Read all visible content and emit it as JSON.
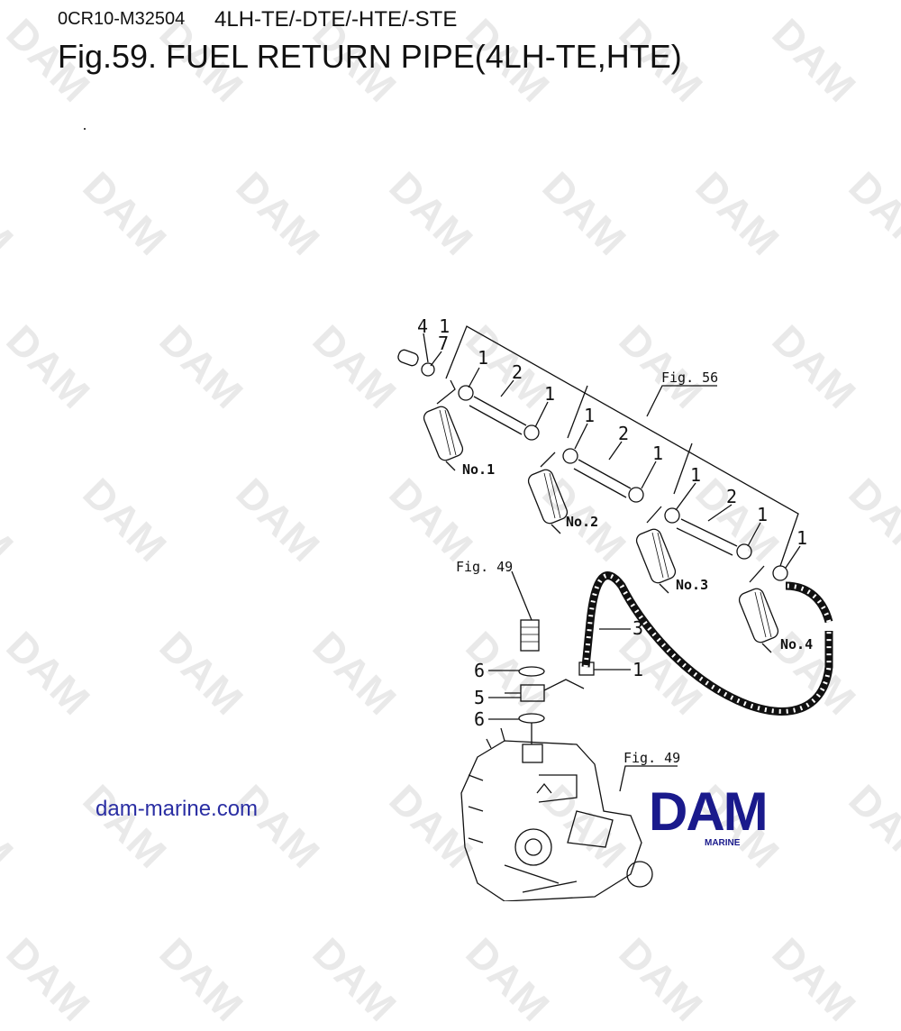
{
  "header": {
    "code": "0CR10-M32504",
    "models": "4LH-TE/-DTE/-HTE/-STE",
    "title": "Fig.59.  FUEL RETURN PIPE(4LH-TE,HTE)"
  },
  "watermark_text": "DAM",
  "diagram": {
    "fig_refs": {
      "fig56": "Fig. 56",
      "fig49_top": "Fig. 49",
      "fig49_bottom": "Fig. 49"
    },
    "injectors": [
      "No.1",
      "No.2",
      "No.3",
      "No.4"
    ],
    "callouts": {
      "c41": "4 1",
      "c7": "7",
      "c1a": "1",
      "c2a": "2",
      "c1b": "1",
      "c1c": "1",
      "c2b": "2",
      "c1d": "1",
      "c1e": "1",
      "c2c": "2",
      "c1f": "1",
      "c1g": "1",
      "c3": "3",
      "c1h": "1",
      "c6a": "6",
      "c5": "5",
      "c6b": "6"
    }
  },
  "footer": {
    "website": "dam-marine.com",
    "logo_word": "DAM",
    "logo_sub": "MARINE"
  },
  "colors": {
    "link": "#2a2ea3",
    "logo": "#1a1a8c",
    "watermark": "#e9e9e9"
  }
}
